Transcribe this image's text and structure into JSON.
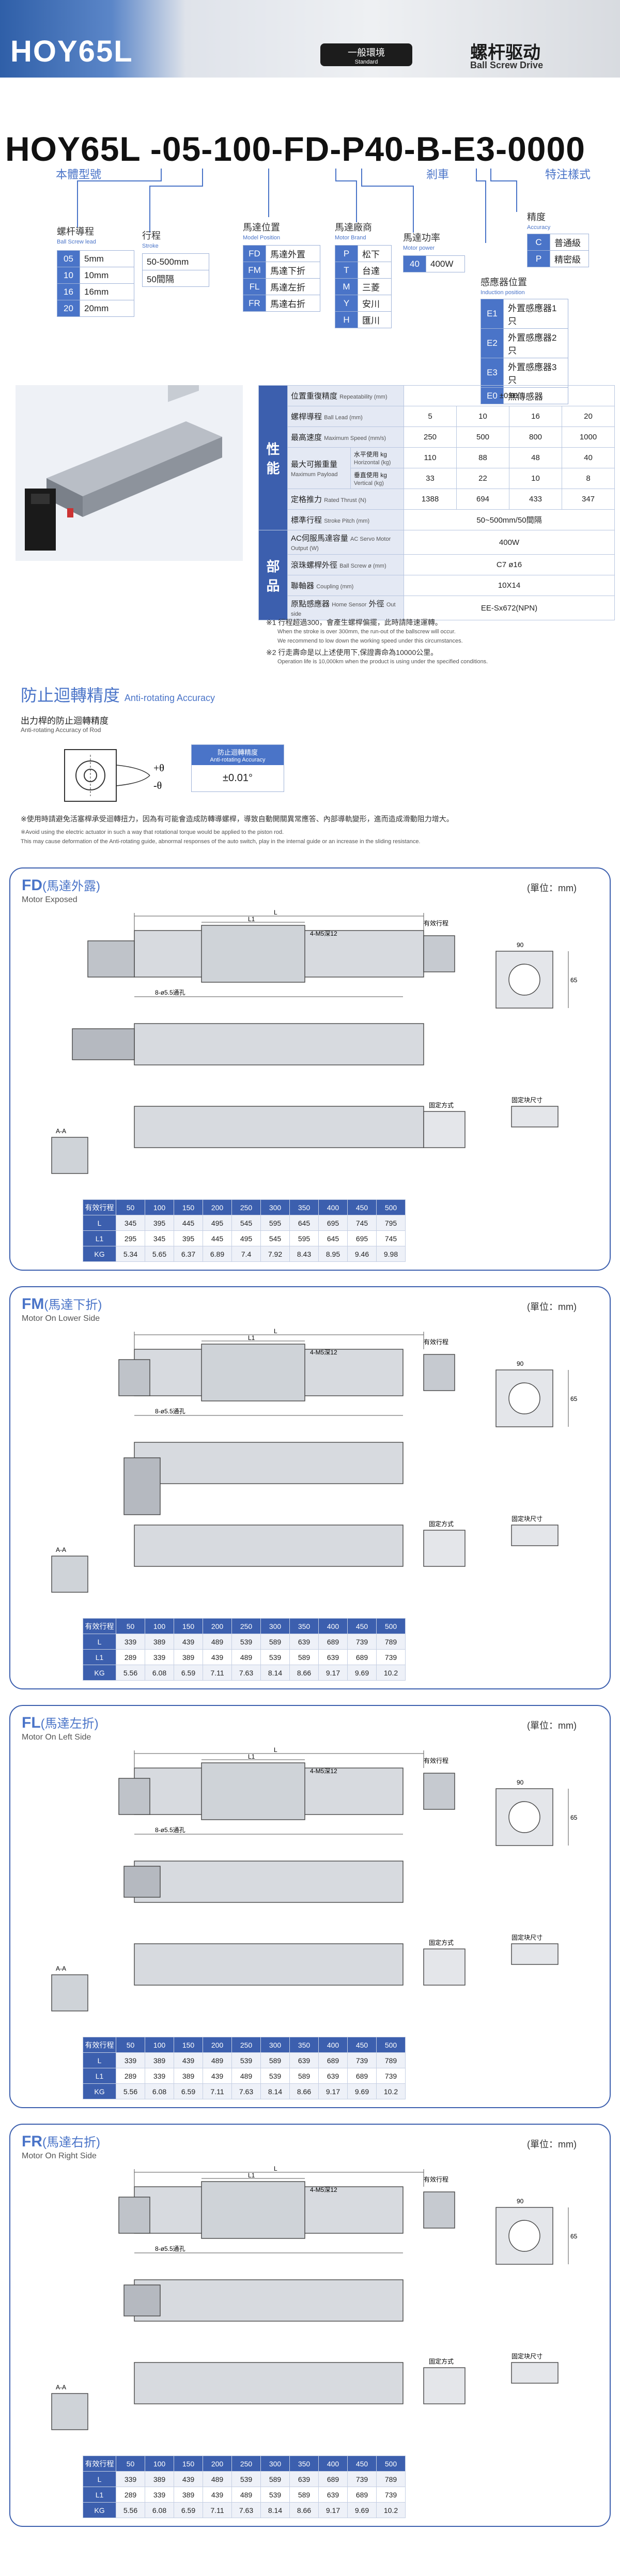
{
  "header": {
    "model": "HOY65L",
    "badge_cn": "一般環境",
    "badge_en": "Standard",
    "title_cn": "螺杆驱动",
    "title_en": "Ball Screw Drive"
  },
  "model_code": {
    "code": "HOY65L -05-100-FD-P40-B-E3-0000",
    "label_model": "本體型號",
    "label_brake": "剎車",
    "label_special": "特注樣式",
    "lead": {
      "title": "螺杆導程",
      "title_en": "Ball Screw lead",
      "rows": [
        [
          "05",
          "5mm"
        ],
        [
          "10",
          "10mm"
        ],
        [
          "16",
          "16mm"
        ],
        [
          "20",
          "20mm"
        ]
      ]
    },
    "stroke": {
      "title": "行程",
      "title_en": "Stroke",
      "rows": [
        "50-500mm",
        "50間隔"
      ]
    },
    "motor_pos": {
      "title": "馬達位置",
      "title_en": "Model Position",
      "rows": [
        [
          "FD",
          "馬達外置"
        ],
        [
          "FM",
          "馬達下折"
        ],
        [
          "FL",
          "馬達左折"
        ],
        [
          "FR",
          "馬達右折"
        ]
      ]
    },
    "motor_brand": {
      "title": "馬達廠商",
      "title_en": "Motor Brand",
      "rows": [
        [
          "P",
          "松下"
        ],
        [
          "T",
          "台達"
        ],
        [
          "M",
          "三菱"
        ],
        [
          "Y",
          "安川"
        ],
        [
          "H",
          "匯川"
        ]
      ]
    },
    "motor_power": {
      "title": "馬達功率",
      "title_en": "Motor power",
      "rows": [
        [
          "40",
          "400W"
        ]
      ]
    },
    "accuracy": {
      "title": "精度",
      "title_en": "Accuracy",
      "rows": [
        [
          "C",
          "普通級"
        ],
        [
          "P",
          "精密級"
        ]
      ]
    },
    "sensor": {
      "title": "感應器位置",
      "title_en": "Induction position",
      "rows": [
        [
          "E1",
          "外置感應器1只"
        ],
        [
          "E2",
          "外置感應器2只"
        ],
        [
          "E3",
          "外置感應器3只"
        ],
        [
          "E0",
          "無傳感器"
        ]
      ]
    }
  },
  "spec": {
    "group1": "性能",
    "group2": "部品",
    "rows1": [
      {
        "cn": "位置重復精度",
        "en": "Repeatability (mm)",
        "vals": [
          "±0.01"
        ]
      },
      {
        "cn": "螺桿導程",
        "en": "Ball Lead (mm)",
        "vals": [
          "5",
          "10",
          "16",
          "20"
        ]
      },
      {
        "cn": "最高速度",
        "en": "Maximum Speed (mm/s)",
        "vals": [
          "250",
          "500",
          "800",
          "1000"
        ]
      },
      {
        "cn": "最大可搬重量",
        "en": "Maximum Payload",
        "sub1": "水平使用 kg",
        "sub1en": "Horizontal (kg)",
        "sub2": "垂直使用 kg",
        "sub2en": "Vertical (kg)",
        "vals": [
          "110",
          "88",
          "48",
          "40"
        ],
        "vals2": [
          "33",
          "22",
          "10",
          "8"
        ]
      },
      {
        "cn": "定格推力",
        "en": "Rated Thrust (N)",
        "vals": [
          "1388",
          "694",
          "433",
          "347"
        ]
      },
      {
        "cn": "標準行程",
        "en": "Stroke Pitch (mm)",
        "vals": [
          "50~500mm/50間隔"
        ]
      }
    ],
    "rows2": [
      {
        "cn": "AC伺服馬達容量",
        "en": "AC Servo Motor Output (W)",
        "vals": [
          "400W"
        ]
      },
      {
        "cn": "滾珠螺桿外徑",
        "en": "Ball Screw ø (mm)",
        "vals": [
          "C7 ø16"
        ]
      },
      {
        "cn": "聯軸器",
        "en": "Coupling (mm)",
        "vals": [
          "10X14"
        ]
      },
      {
        "cn": "原點感應器",
        "en": "Home Sensor",
        "cn2": "外徑",
        "en2": "Out side",
        "vals": [
          "EE-Sx672(NPN)"
        ]
      }
    ],
    "notes": [
      {
        "cn": "※1 行程超過300，會產生螺桿偏擺，此時請降速運轉。",
        "en1": "When the stroke is over 300mm, the run-out of the ballscrew will occur.",
        "en2": "We recommend to low down the working speed under this circumstances."
      },
      {
        "cn": "※2 行走壽命是以上述使用下,保證壽命為10000公里。",
        "en1": "Operation life is 10,000km when the product is using under the specified conditions.",
        "en2": ""
      }
    ]
  },
  "anti_rotation": {
    "title_cn": "防止迴轉精度",
    "title_en": "Anti-rotating Accuracy",
    "rod_cn": "出力桿的防止迴轉精度",
    "rod_en": "Anti-rotating Accuracy of Rod",
    "box_cn": "防止迴轉精度",
    "box_en": "Anti-rotating Accuracy",
    "value": "±0.01°",
    "plus": "+θ",
    "minus": "-θ",
    "note1_cn": "※使用時請避免活塞桿承受迴轉扭力，因為有可能會造成防轉導螺桿，導致自動開關異常應答、內部導軌變形，進而造成滑動阻力增大。",
    "note1_en": "※Avoid using the electric actuator in such a way that rotational torque would be applied to the piston rod.",
    "note2_en": "This may cause deformation of the Anti-rotating guide, abnormal responses of the auto switch, play in the internal guide or an increase in the sliding resistance."
  },
  "panels": [
    {
      "code": "FD",
      "cn": "(馬達外露)",
      "en": "Motor Exposed",
      "unit": "(單位：mm)",
      "rows": [
        {
          "h": "有效行程",
          "vals": [
            "50",
            "100",
            "150",
            "200",
            "250",
            "300",
            "350",
            "400",
            "450",
            "500"
          ]
        },
        {
          "h": "L",
          "vals": [
            "345",
            "395",
            "445",
            "495",
            "545",
            "595",
            "645",
            "695",
            "745",
            "795"
          ]
        },
        {
          "h": "L1",
          "vals": [
            "295",
            "345",
            "395",
            "445",
            "495",
            "545",
            "595",
            "645",
            "695",
            "745"
          ]
        },
        {
          "h": "KG",
          "vals": [
            "5.34",
            "5.65",
            "6.37",
            "6.89",
            "7.4",
            "7.92",
            "8.43",
            "8.95",
            "9.46",
            "9.98"
          ]
        }
      ]
    },
    {
      "code": "FM",
      "cn": "(馬達下折)",
      "en": "Motor On Lower Side",
      "unit": "(單位：mm)",
      "rows": [
        {
          "h": "有效行程",
          "vals": [
            "50",
            "100",
            "150",
            "200",
            "250",
            "300",
            "350",
            "400",
            "450",
            "500"
          ]
        },
        {
          "h": "L",
          "vals": [
            "339",
            "389",
            "439",
            "489",
            "539",
            "589",
            "639",
            "689",
            "739",
            "789"
          ]
        },
        {
          "h": "L1",
          "vals": [
            "289",
            "339",
            "389",
            "439",
            "489",
            "539",
            "589",
            "639",
            "689",
            "739"
          ]
        },
        {
          "h": "KG",
          "vals": [
            "5.56",
            "6.08",
            "6.59",
            "7.11",
            "7.63",
            "8.14",
            "8.66",
            "9.17",
            "9.69",
            "10.2"
          ]
        }
      ]
    },
    {
      "code": "FL",
      "cn": "(馬達左折)",
      "en": "Motor On Left Side",
      "unit": "(單位：mm)",
      "rows": [
        {
          "h": "有效行程",
          "vals": [
            "50",
            "100",
            "150",
            "200",
            "250",
            "300",
            "350",
            "400",
            "450",
            "500"
          ]
        },
        {
          "h": "L",
          "vals": [
            "339",
            "389",
            "439",
            "489",
            "539",
            "589",
            "639",
            "689",
            "739",
            "789"
          ]
        },
        {
          "h": "L1",
          "vals": [
            "289",
            "339",
            "389",
            "439",
            "489",
            "539",
            "589",
            "639",
            "689",
            "739"
          ]
        },
        {
          "h": "KG",
          "vals": [
            "5.56",
            "6.08",
            "6.59",
            "7.11",
            "7.63",
            "8.14",
            "8.66",
            "9.17",
            "9.69",
            "10.2"
          ]
        }
      ]
    },
    {
      "code": "FR",
      "cn": "(馬達右折)",
      "en": "Motor On Right Side",
      "unit": "(單位：mm)",
      "rows": [
        {
          "h": "有效行程",
          "vals": [
            "50",
            "100",
            "150",
            "200",
            "250",
            "300",
            "350",
            "400",
            "450",
            "500"
          ]
        },
        {
          "h": "L",
          "vals": [
            "339",
            "389",
            "439",
            "489",
            "539",
            "589",
            "639",
            "689",
            "739",
            "789"
          ]
        },
        {
          "h": "L1",
          "vals": [
            "289",
            "339",
            "389",
            "439",
            "489",
            "539",
            "589",
            "639",
            "689",
            "739"
          ]
        },
        {
          "h": "KG",
          "vals": [
            "5.56",
            "6.08",
            "6.59",
            "7.11",
            "7.63",
            "8.14",
            "8.66",
            "9.17",
            "9.69",
            "10.2"
          ]
        }
      ]
    }
  ],
  "drawing_labels": {
    "L": "L",
    "L1": "L1",
    "aa": "A-A",
    "mount": "固定方式",
    "mount_dim": "固定块尺寸",
    "thread": "4-M5深12",
    "holes": "8-ø5.5通孔",
    "eff": "有效行程",
    "dim_65": "65",
    "dim_90": "90"
  },
  "colors": {
    "accent": "#4a74c8",
    "dark": "#3c5fae"
  }
}
